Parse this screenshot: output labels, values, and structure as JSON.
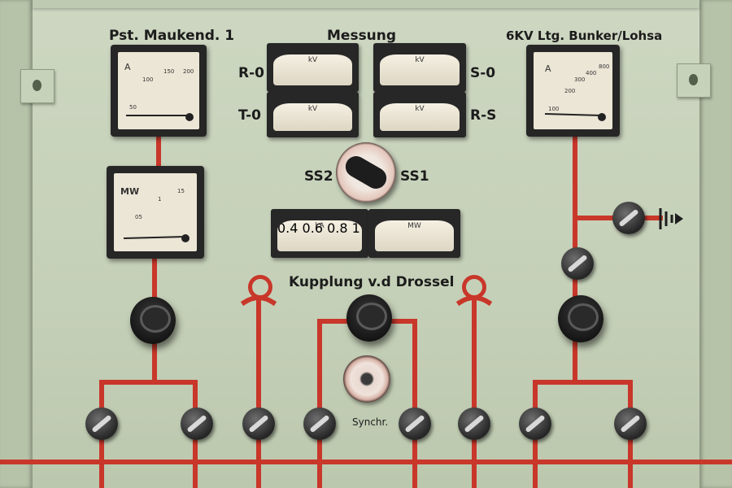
{
  "labels": {
    "left_title": "Pst. Maukend. 1",
    "center_title": "Messung",
    "right_title": "6KV Ltg. Bunker/Lohsa",
    "r0": "R-0",
    "t0": "T-0",
    "s0": "S-0",
    "rs": "R-S",
    "ss2": "SS2",
    "ss1": "SS1",
    "coupling": "Kupplung v.d Drossel",
    "synch": "Synchr."
  },
  "meters": {
    "left_amp": {
      "unit": "A",
      "ticks": [
        "50",
        "100",
        "150",
        "200"
      ]
    },
    "left_mw": {
      "unit": "MW",
      "ticks": [
        "05",
        "1",
        "15"
      ]
    },
    "right_amp": {
      "unit": "A",
      "ticks": [
        "100",
        "200",
        "300",
        "400",
        "800"
      ]
    },
    "kv_r0": {
      "unit": "kV"
    },
    "kv_s0": {
      "unit": "kV"
    },
    "kv_t0": {
      "unit": "kV"
    },
    "kv_rs": {
      "unit": "kV"
    },
    "coupling_ka": {
      "unit": "kA",
      "ticks": [
        "0.4",
        "0.6",
        "0.8",
        "1"
      ]
    },
    "coupling_mw": {
      "unit": "MW"
    }
  },
  "colors": {
    "panel": "#c9d4bd",
    "busbar_red": "#c8372a",
    "meter_bezel": "#262626",
    "meter_face": "#ece6d6"
  }
}
